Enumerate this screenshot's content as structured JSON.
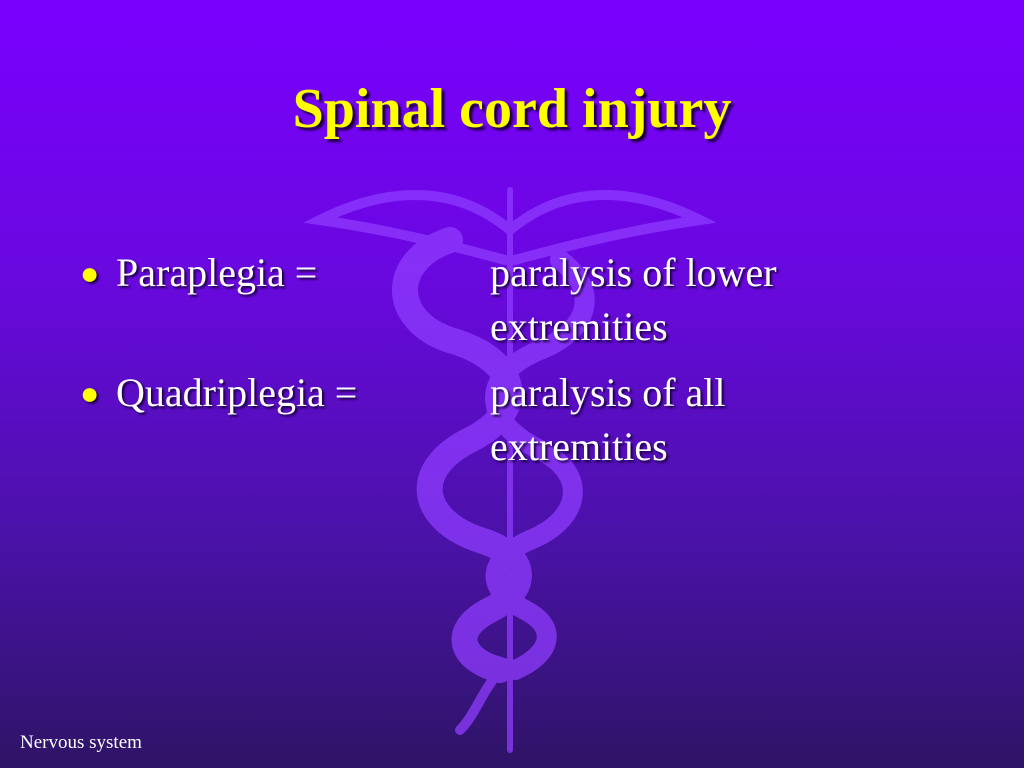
{
  "slide": {
    "title": "Spinal cord injury",
    "bullet_glyph": "●",
    "items": [
      {
        "term": "Paraplegia =",
        "definition": "paralysis of lower extremities"
      },
      {
        "term": "Quadriplegia =",
        "definition": "paralysis of all extremities"
      }
    ],
    "footer": "Nervous system"
  },
  "colors": {
    "title": "#ffff00",
    "text": "#ffffff",
    "background_top": "#7a00ff",
    "background_bottom": "#2e1466",
    "watermark": "#8f3cff"
  },
  "icons": {
    "watermark": "caduceus-icon"
  }
}
